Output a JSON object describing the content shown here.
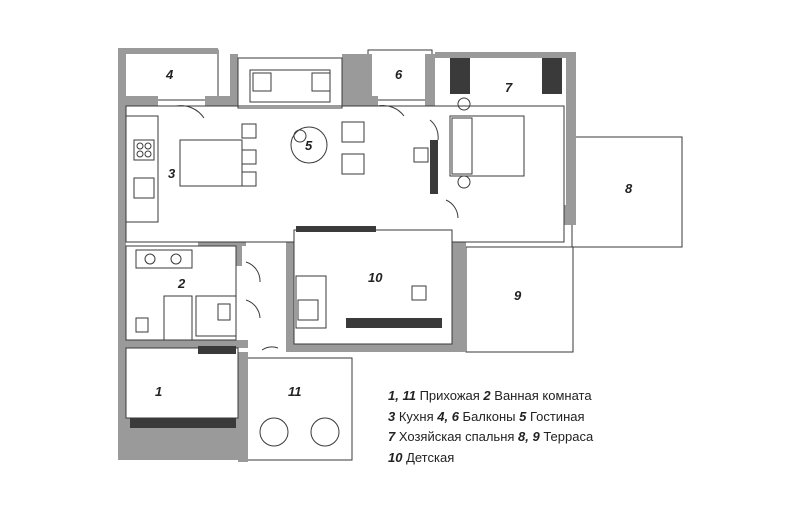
{
  "rooms": {
    "r1": "1",
    "r2": "2",
    "r3": "3",
    "r4": "4",
    "r5": "5",
    "r6": "6",
    "r7": "7",
    "r8": "8",
    "r9": "9",
    "r10": "10",
    "r11": "11"
  },
  "legend": [
    [
      {
        "num": "1, 11",
        "label": " Прихожая "
      },
      {
        "num": "2",
        "label": " Ванная комната"
      }
    ],
    [
      {
        "num": "3",
        "label": " Кухня "
      },
      {
        "num": "4, 6",
        "label": " Балконы "
      },
      {
        "num": "5",
        "label": " Гостиная"
      }
    ],
    [
      {
        "num": "7",
        "label": " Хозяйская спальня "
      },
      {
        "num": "8, 9",
        "label": " Терраса"
      }
    ],
    [
      {
        "num": "10",
        "label": " Детская"
      }
    ]
  ],
  "colors": {
    "wall": "#9a9a9a",
    "line": "#3a3a3a",
    "background": "#ffffff"
  }
}
